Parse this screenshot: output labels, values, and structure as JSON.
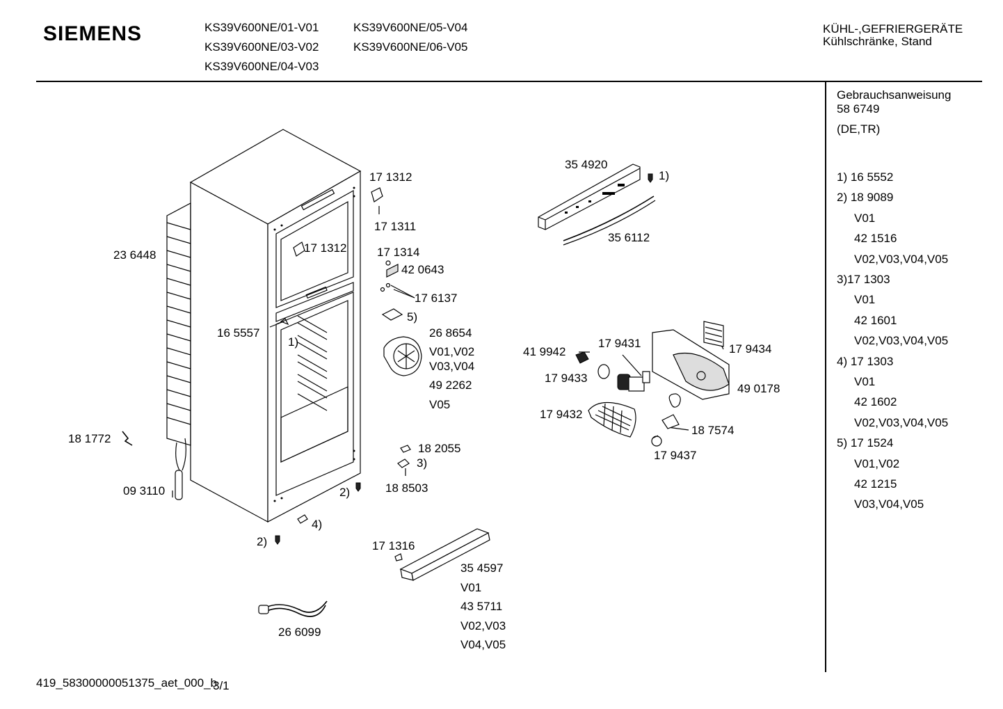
{
  "header": {
    "brand": "SIEMENS",
    "models": [
      "KS39V600NE/01-V01",
      "KS39V600NE/03-V02",
      "KS39V600NE/04-V03",
      "KS39V600NE/05-V04",
      "KS39V600NE/06-V05"
    ],
    "category": "KÜHL-,GEFRIERGERÄTE",
    "subcategory": "Kühlschränke, Stand"
  },
  "side_panel": {
    "manual_title": "Gebrauchsanweisung",
    "manual_number": "58 6749",
    "languages": "(DE,TR)",
    "entries": [
      "1)  16 5552",
      "2)  18 9089",
      "V01",
      "42 1516",
      "V02,V03,V04,V05",
      "3)17 1303",
      "V01",
      "42 1601",
      "V02,V03,V04,V05",
      "4)  17 1303",
      "V01",
      "42 1602",
      "V02,V03,V04,V05",
      "5)  17 1524",
      "V01,V02",
      "42 1215",
      "V03,V04,V05"
    ]
  },
  "part_labels": {
    "p171312a": "17 1312",
    "p171311": "17 1311",
    "p171312b": "17 1312",
    "p236448": "23 6448",
    "p171314": "17 1314",
    "p420643": "42 0643",
    "p176137": "17 6137",
    "fn5": "5)",
    "p165557": "16 5557",
    "fn1a": "1)",
    "p268654": "26 8654",
    "v0102": "V01,V02",
    "v0304": "V03,V04",
    "p492262": "49 2262",
    "v05": "V05",
    "p181772": "18 1772",
    "p182055": "18 2055",
    "fn3": "3)",
    "p188503": "18 8503",
    "p093110": "09 3110",
    "fn2a": "2)",
    "fn4": "4)",
    "fn2b": "2)",
    "p171316": "17 1316",
    "p354597": "35 4597",
    "v01": "V01",
    "p435711": "43 5711",
    "v0203": "V02,V03",
    "v0405": "V04,V05",
    "p266099": "26 6099",
    "p354920": "35 4920",
    "fn1b": "1)",
    "p356112": "35 6112",
    "p419942": "41 9942",
    "p179431": "17 9431",
    "p179434": "17 9434",
    "p179433": "17 9433",
    "p490178": "49 0178",
    "p179432": "17 9432",
    "p187574": "18 7574",
    "p179437": "17 9437"
  },
  "footer": {
    "code": "419_58300000051375_aet_000_b",
    "page": "3/1"
  }
}
